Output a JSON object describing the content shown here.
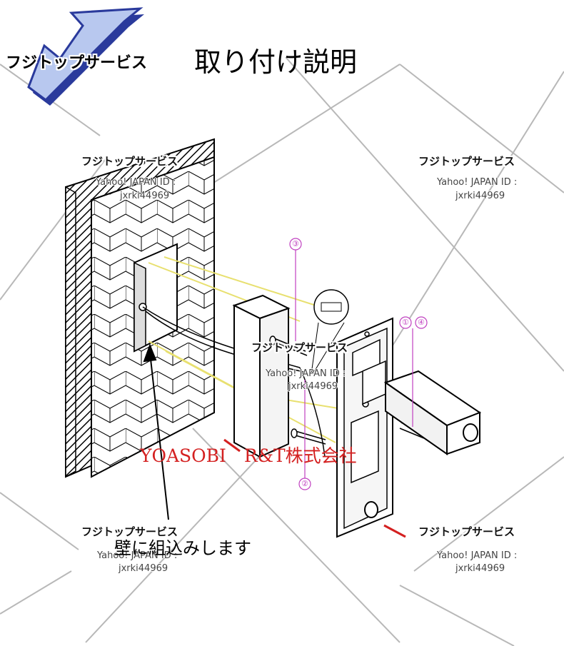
{
  "header": {
    "brand": "フジトップサービス",
    "title": "取り付け説明"
  },
  "watermarks": [
    {
      "brand": "フジトップサービス",
      "id_label": "Yahoo! JAPAN ID :",
      "id_value": "jxrki44969"
    },
    {
      "brand": "フジトップサービス",
      "id_label": "Yahoo! JAPAN ID :",
      "id_value": "jxrki44969"
    },
    {
      "brand": "フジトップサービス",
      "id_label": "Yahoo! JAPAN ID :",
      "id_value": "jxrki44969"
    },
    {
      "brand": "フジトップサービス",
      "id_label": "Yahoo! JAPAN ID :",
      "id_value": "jxrki44969"
    },
    {
      "brand": "フジトップサービス",
      "id_label": "Yahoo! JAPAN ID :",
      "id_value": "jxrki44969"
    }
  ],
  "company": "YOASOBI　R&T株式会社",
  "caption": "壁に組込みします",
  "callouts": {
    "c1": "①",
    "c2": "②",
    "c3": "③",
    "c4": "④"
  },
  "colors": {
    "arrow_fill": "#b8c8ef",
    "arrow_stroke": "#2a3a9c",
    "accent_red": "#d42020",
    "callout": "#c040c0",
    "guide_yellow": "#e8e070",
    "watermark_gray": "#b8b8b8"
  }
}
